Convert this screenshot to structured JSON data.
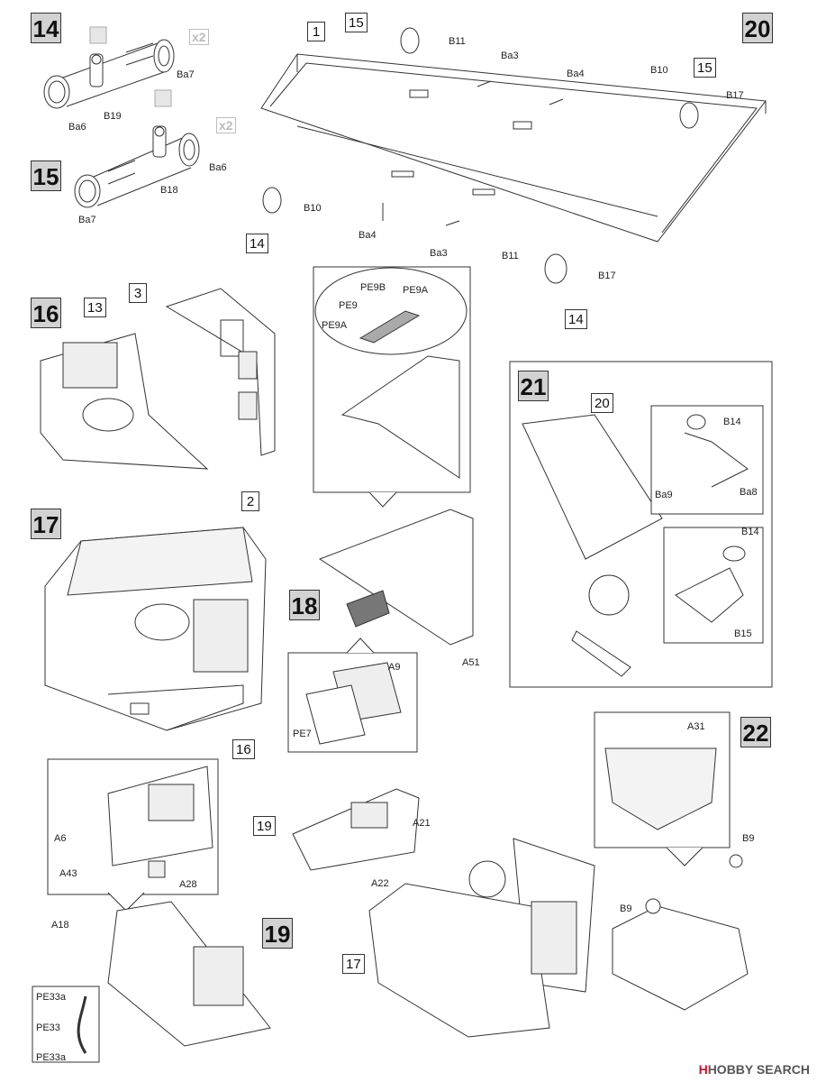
{
  "steps": {
    "s14": "14",
    "s15": "15",
    "s16": "16",
    "s17": "17",
    "s18": "18",
    "s19": "19",
    "s20": "20",
    "s21": "21",
    "s22": "22"
  },
  "refs": {
    "r1": "1",
    "r2": "2",
    "r3": "3",
    "r13": "13",
    "r14a": "14",
    "r14b": "14",
    "r15a": "15",
    "r15b": "15",
    "r16": "16",
    "r17": "17",
    "r19": "19",
    "r20": "20"
  },
  "multipliers": {
    "m1": "x2",
    "m2": "x2"
  },
  "labels": {
    "ba7a": "Ba7",
    "b19": "B19",
    "ba6a": "Ba6",
    "ba6b": "Ba6",
    "b18": "B18",
    "ba7b": "Ba7",
    "b11a": "B11",
    "ba3a": "Ba3",
    "ba4a": "Ba4",
    "b10a": "B10",
    "b17a": "B17",
    "b10b": "B10",
    "ba4b": "Ba4",
    "ba3b": "Ba3",
    "b11b": "B11",
    "b17b": "B17",
    "pe9b": "PE9B",
    "pe9a1": "PE9A",
    "pe9": "PE9",
    "pe9a2": "PE9A",
    "a51": "A51",
    "a9": "A9",
    "pe7": "PE7",
    "b14a": "B14",
    "ba9": "Ba9",
    "ba8": "Ba8",
    "b14b": "B14",
    "b15": "B15",
    "a31": "A31",
    "b9a": "B9",
    "b9b": "B9",
    "a6": "A6",
    "a43": "A43",
    "a28": "A28",
    "a18": "A18",
    "pe33a1": "PE33a",
    "pe33": "PE33",
    "pe33a2": "PE33a",
    "a21": "A21",
    "a22": "A22"
  },
  "watermark": {
    "brand": "HOBBY SEARCH"
  }
}
